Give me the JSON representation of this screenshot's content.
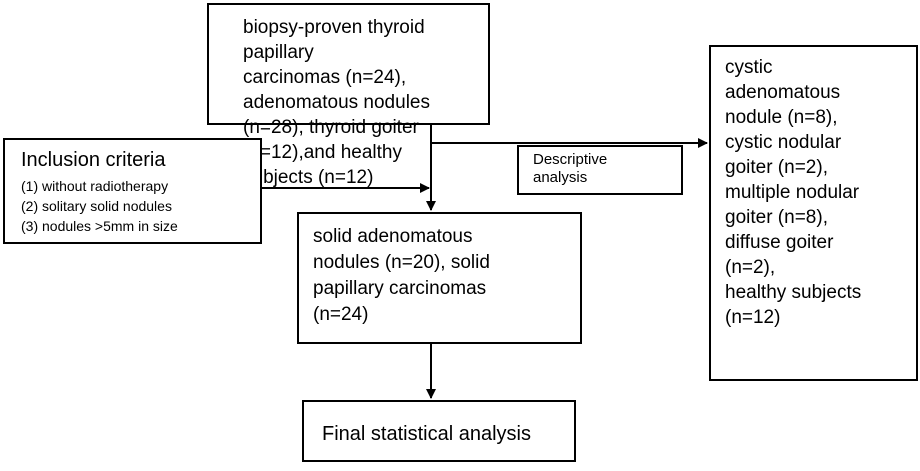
{
  "source_box": {
    "text": "biopsy-proven thyroid papillary\ncarcinomas (n=24), adenomatous nodules\n(n=28), thyroid goiter (n=12),and healthy\nsubjects (n=12)"
  },
  "inclusion_box": {
    "heading": "Inclusion criteria",
    "items": [
      "(1) without radiotherapy",
      "(2) solitary solid nodules",
      "(3) nodules >5mm in size"
    ]
  },
  "descriptive_box": {
    "text": "Descriptive\nanalysis"
  },
  "solid_box": {
    "text": "solid adenomatous\nnodules (n=20),  solid\npapillary carcinomas\n(n=24)"
  },
  "cystic_box": {
    "text": "cystic\nadenomatous\nnodule (n=8),\ncystic nodular\ngoiter (n=2),\nmultiple nodular\ngoiter (n=8),\ndiffuse goiter\n(n=2),\nhealthy subjects\n(n=12)"
  },
  "final_box": {
    "text": "Final statistical analysis"
  },
  "colors": {
    "line": "#000000",
    "background": "#ffffff"
  }
}
